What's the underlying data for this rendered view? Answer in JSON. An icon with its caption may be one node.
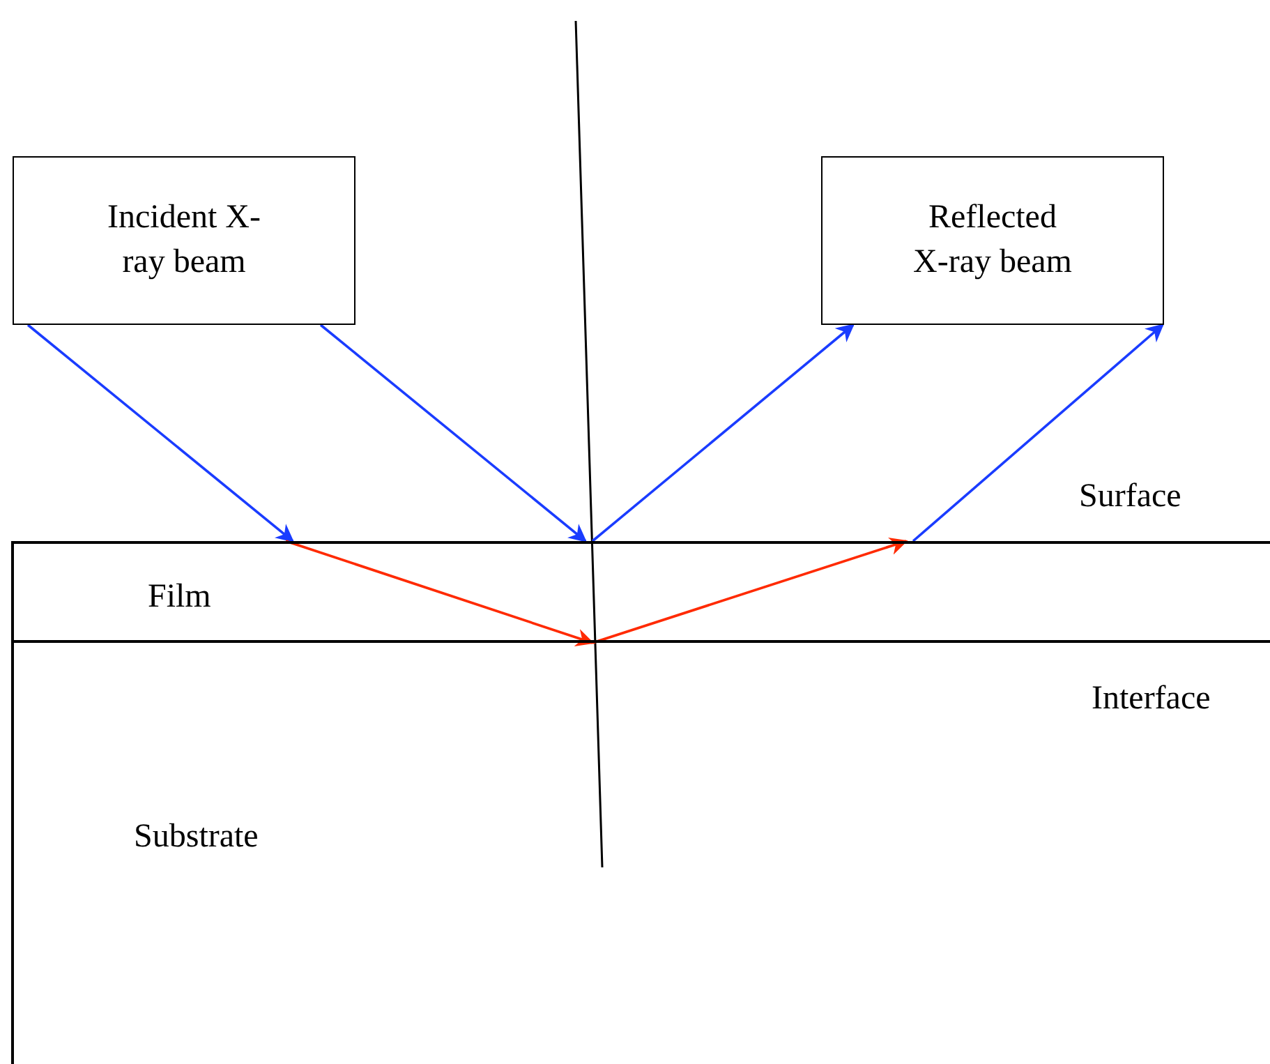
{
  "diagram": {
    "nodes": [
      {
        "text": [
          "Incident X-ray beam"
        ]
      },
      {
        "text": [
          "Reflected X-ray beam"
        ]
      },
      {
        "text": [
          "Film"
        ]
      },
      {
        "text": [
          "Substrate"
        ]
      }
    ],
    "edges": [
      {
        "from": 0,
        "to": 2,
        "arrow": "to"
      },
      {
        "from": 0,
        "to": 2,
        "arrow": "to"
      },
      {
        "from": 2,
        "to": 1,
        "arrow": "to"
      },
      {
        "from": 2,
        "to": 1,
        "arrow": "to"
      },
      {
        "from": 2,
        "to": 3,
        "arrow": "to",
        "color": "#ff2a00"
      },
      {
        "from": 3,
        "to": 2,
        "arrow": "to",
        "color": "#ff2a00"
      }
    ],
    "labels": [
      "Surface",
      "Interface"
    ]
  }
}
